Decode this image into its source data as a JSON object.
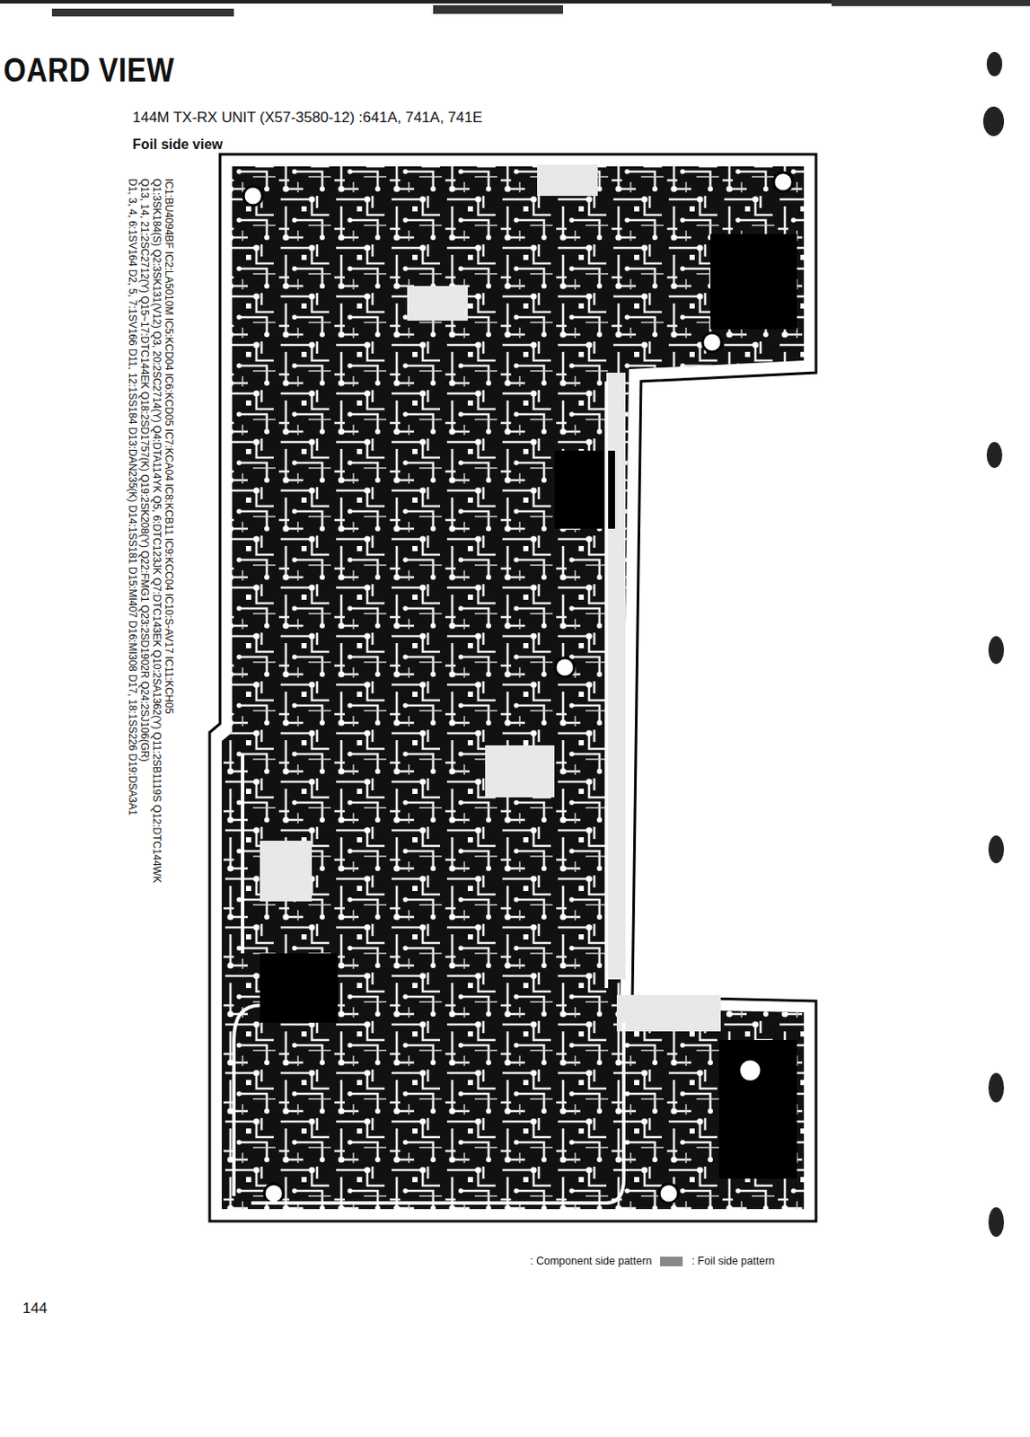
{
  "diagram": {
    "title": "OARD VIEW",
    "labels": [
      "144M TX-RX UNIT (X57-3580-12) :641A, 741A, 741E",
      "Foil side view",
      "IC1:BU4094BF IC2:LA5010M IC5:KCD04 IC6:KCD05 IC7:KCA04 IC8:KCB11 IC9:KCC04 IC10:S-AV17 IC11:KCH05",
      "Q1:3SK184(S) Q2:3SK131(V12) Q3, 20:2SC2714(Y) Q4:DTA114YK Q5, 6:DTC123JK Q7:DTC143EK Q10:2SA1362(Y) Q11:2SB1119S Q12:DTC144WK",
      "Q13, 14, 21:2SC2712(Y) Q15~17:DTC144EK Q18:2SD1757(K) Q19:2SK208(Y) Q22:FMG1 Q23:2SD1902R Q24:2SJ106(GR)",
      "D1, 3, 4, 6:1SV164 D2, 5, 7:1SV166 D11, 12:1SS184 D13:DAN235(K) D14:1SS181 D15:MI407 D16:MI308 D17, 18:1SS226 D19:DSA3A1",
      "144"
    ],
    "legend": [
      {
        "text": ": Component side pattern"
      },
      {
        "text": ": Foil side pattern",
        "color": "#888888"
      }
    ]
  }
}
